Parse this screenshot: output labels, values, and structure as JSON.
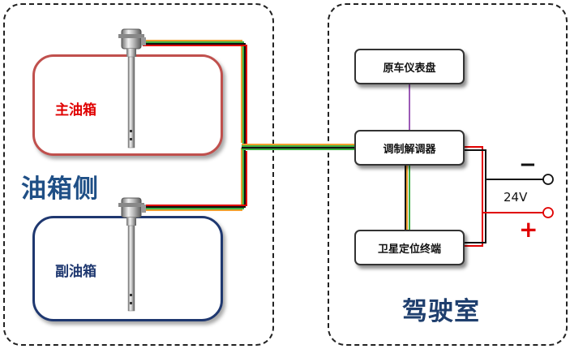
{
  "zones": {
    "tank_side": "油箱侧",
    "cab": "驾驶室"
  },
  "tanks": {
    "main": "主油箱",
    "sub": "副油箱"
  },
  "devices": {
    "dashboard": "原车仪表盘",
    "modem": "调制解调器",
    "gps": "卫星定位终端"
  },
  "power": {
    "voltage": "24V",
    "negative": "−",
    "positive": "+"
  },
  "colors": {
    "main_tank_border": "#c0504d",
    "sub_tank_border": "#1f3870",
    "wire_red": "#e00000",
    "wire_black": "#111111",
    "wire_green": "#3cb043",
    "wire_orange": "#f0a030",
    "wire_purple": "#9b59b6"
  }
}
